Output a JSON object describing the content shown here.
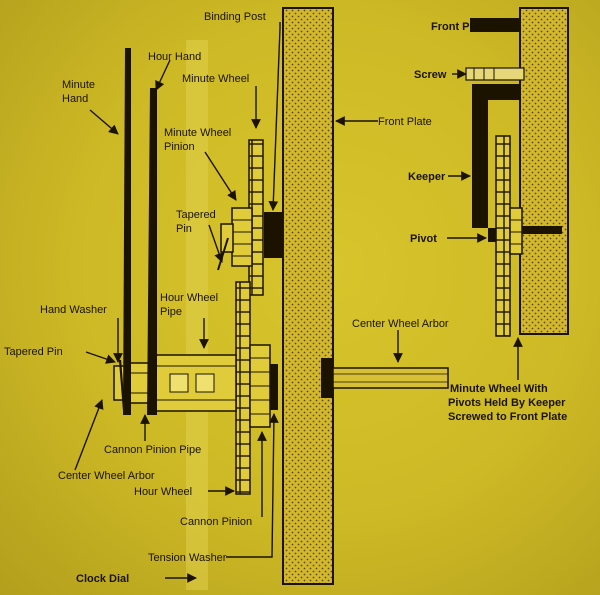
{
  "colors": {
    "background": "#cdb925",
    "ink": "#1b1300",
    "plate": "#d4b830"
  },
  "labels": {
    "binding_post": "Binding Post",
    "hour_hand": "Hour Hand",
    "minute_wheel": "Minute Wheel",
    "minute_hand_1": "Minute",
    "minute_hand_2": "Hand",
    "front_plate_main": "Front Plate",
    "minute_wheel_pinion_1": "Minute Wheel",
    "minute_wheel_pinion_2": "Pinion",
    "tapered_pin_upper_1": "Tapered",
    "tapered_pin_upper_2": "Pin",
    "hand_washer": "Hand Washer",
    "hour_wheel_pipe_1": "Hour Wheel",
    "hour_wheel_pipe_2": "Pipe",
    "center_wheel_arbor_right": "Center Wheel Arbor",
    "tapered_pin_lower": "Tapered Pin",
    "cannon_pinion_pipe": "Cannon Pinion Pipe",
    "center_wheel_arbor_bottom": "Center Wheel Arbor",
    "hour_wheel": "Hour Wheel",
    "cannon_pinion": "Cannon Pinion",
    "tension_washer": "Tension Washer",
    "clock_dial": "Clock Dial",
    "inset_front_plate": "Front Plate",
    "inset_screw": "Screw",
    "inset_keeper": "Keeper",
    "inset_pivot": "Pivot",
    "inset_caption_1": "Minute Wheel With",
    "inset_caption_2": "Pivots Held By Keeper",
    "inset_caption_3": "Screwed to Front Plate"
  }
}
